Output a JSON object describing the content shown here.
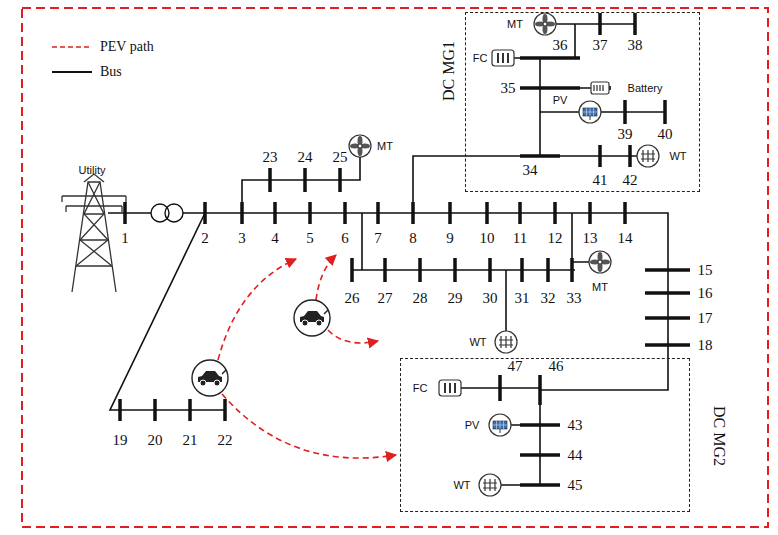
{
  "diagram": {
    "nodes": [
      {
        "text": [
          "DC MG1"
        ]
      },
      {
        "text": [
          "DC MG2"
        ]
      }
    ],
    "labels": [
      "Utility",
      "MT",
      "MT",
      "FC",
      "Battery",
      "PV",
      "WT",
      "MT",
      "WT",
      "FC",
      "PV",
      "WT",
      "1",
      "2",
      "3",
      "4",
      "5",
      "6",
      "7",
      "8",
      "9",
      "10",
      "11",
      "12",
      "13",
      "14",
      "15",
      "16",
      "17",
      "18",
      "19",
      "20",
      "21",
      "22",
      "23",
      "24",
      "25",
      "26",
      "27",
      "28",
      "29",
      "30",
      "31",
      "32",
      "33",
      "34",
      "35",
      "36",
      "37",
      "38",
      "39",
      "40",
      "41",
      "42",
      "43",
      "44",
      "45",
      "46",
      "47"
    ],
    "legend": [
      {
        "text": "PEV path"
      },
      {
        "text": "Bus"
      }
    ]
  }
}
